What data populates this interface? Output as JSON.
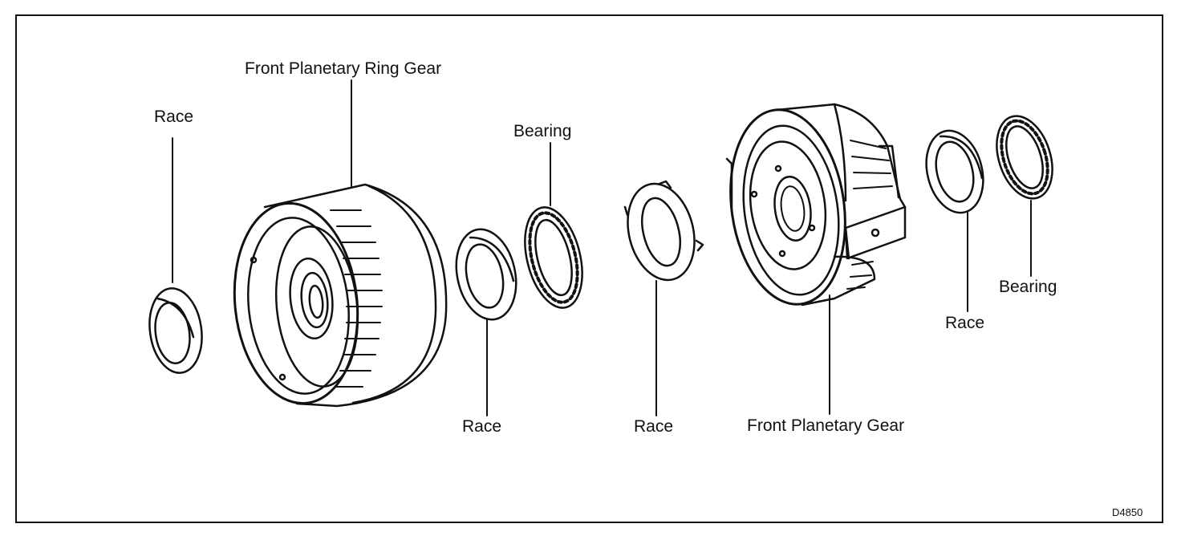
{
  "labels": {
    "race_left": "Race",
    "ring_gear": "Front Planetary Ring Gear",
    "race_center_left": "Race",
    "bearing_center": "Bearing",
    "race_center": "Race",
    "planetary_gear": "Front Planetary Gear",
    "race_right": "Race",
    "bearing_right": "Bearing"
  },
  "figure_code": "D4850",
  "colors": {
    "line": "#111111",
    "background": "#ffffff"
  }
}
